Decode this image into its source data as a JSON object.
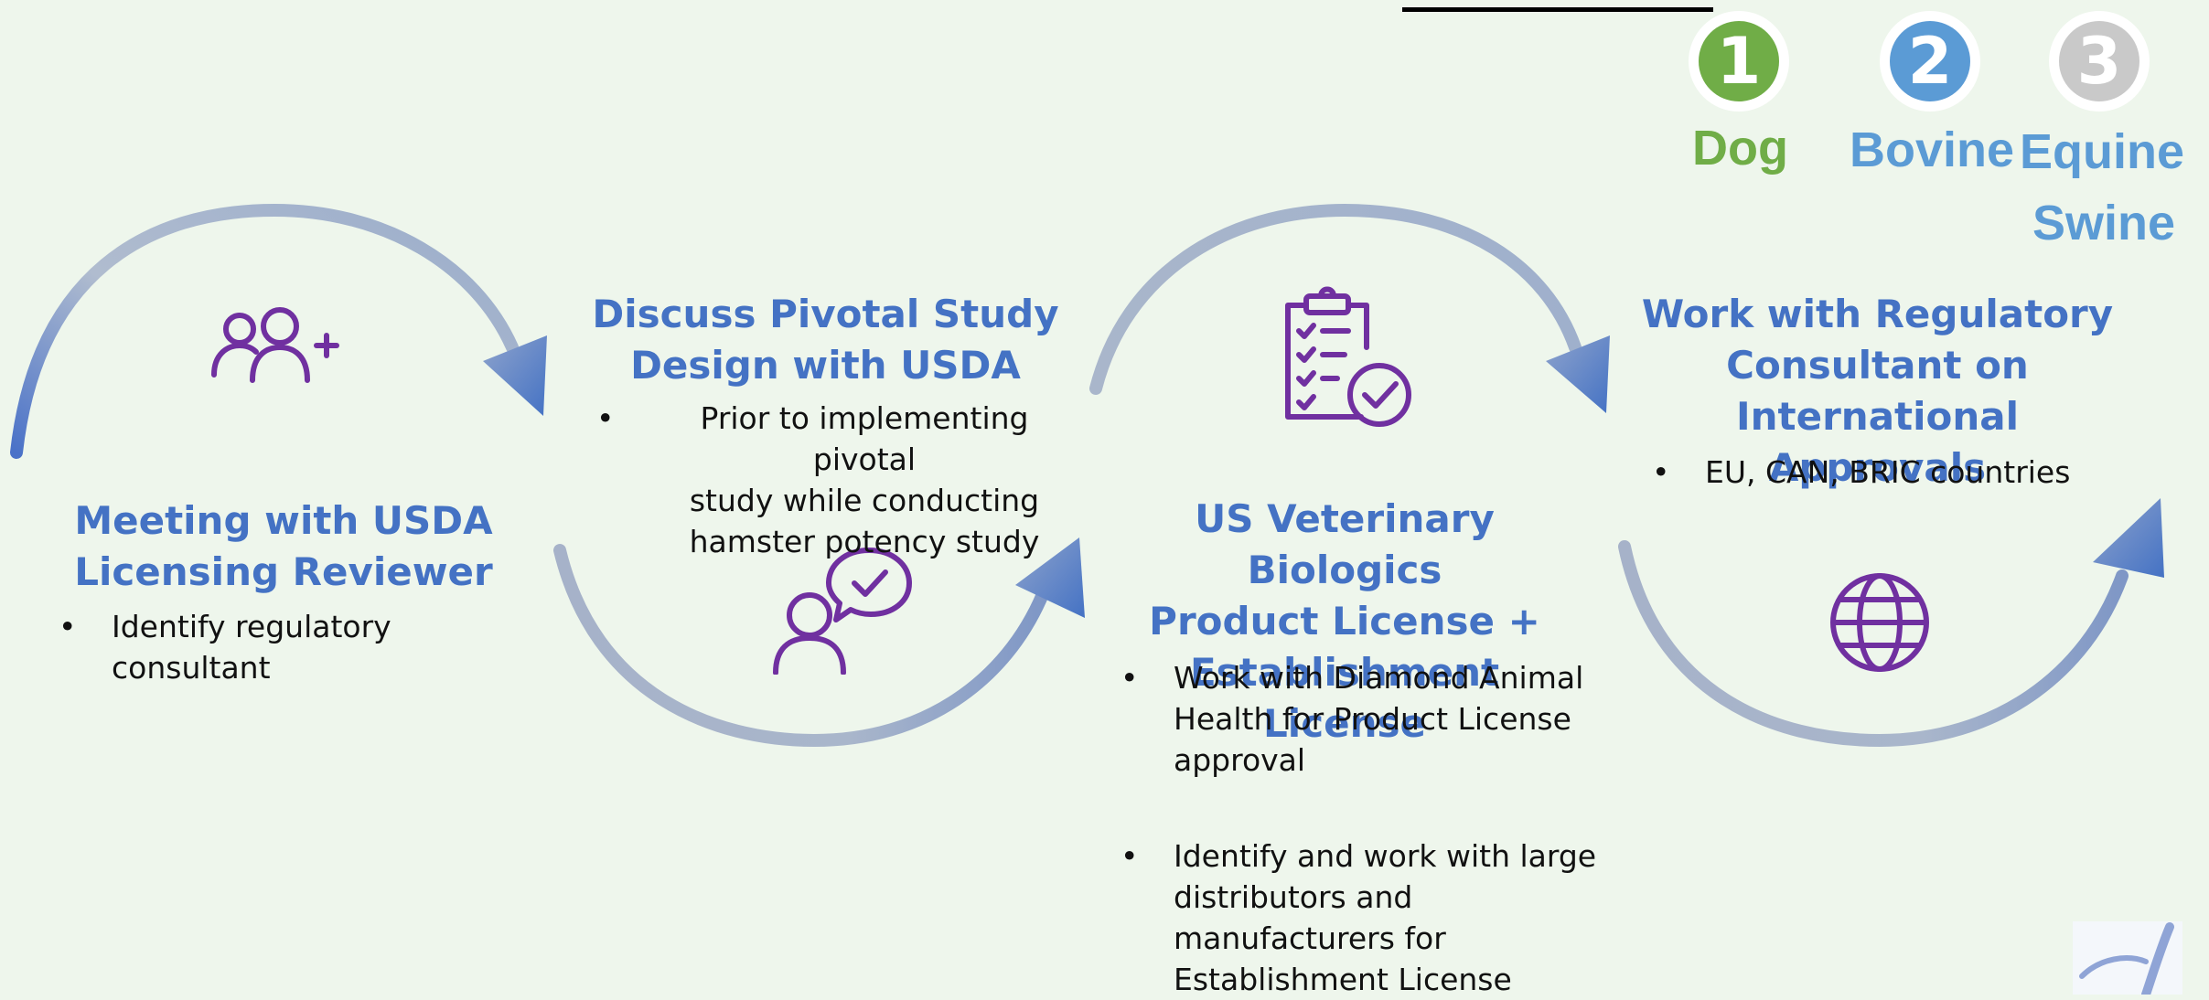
{
  "categories": [
    {
      "number": "1",
      "label": "Dog",
      "color": "#70ad47"
    },
    {
      "number": "2",
      "label": "Bovine",
      "color": "#5b9bd5"
    },
    {
      "number": "3",
      "label": "Equine",
      "color": "#c9c9c9",
      "text_color": "#5b9bd5",
      "extra": "Swine"
    }
  ],
  "steps": [
    {
      "title_lines": [
        "Meeting with USDA",
        "Licensing Reviewer"
      ],
      "bullets": [
        [
          "Identify regulatory",
          "consultant"
        ]
      ],
      "icon": "add-users-icon"
    },
    {
      "title_lines": [
        "Discuss Pivotal Study",
        "Design with USDA"
      ],
      "bullets": [
        [
          "Prior to implementing pivotal",
          "study while conducting",
          "hamster potency study"
        ]
      ],
      "icon": "chat-check-icon"
    },
    {
      "title_lines": [
        "US Veterinary Biologics",
        "Product License +",
        "Establishment License"
      ],
      "bullets": [
        [
          "Work with Diamond Animal",
          "Health for Product License",
          "approval"
        ],
        [
          "Identify and work with large",
          "distributors and",
          "manufacturers for",
          "Establishment License"
        ]
      ],
      "icon": "clipboard-check-icon"
    },
    {
      "title_lines": [
        "Work with Regulatory",
        "Consultant on",
        "International Approvals"
      ],
      "bullets": [
        [
          "EU, CAN, BRIC countries"
        ]
      ],
      "icon": "globe-icon"
    }
  ],
  "colors": {
    "background": "#eef6ec",
    "title": "#4472c4",
    "icon": "#7030a0",
    "arc_light": "#b4bfd0",
    "arc_dark": "#4472c4"
  }
}
